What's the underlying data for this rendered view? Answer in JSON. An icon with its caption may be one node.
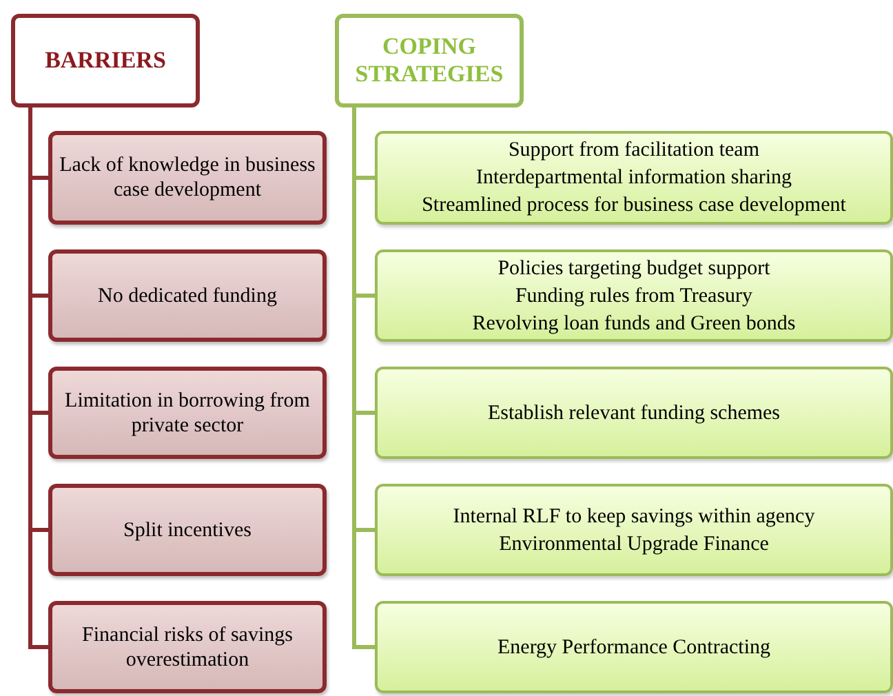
{
  "diagram": {
    "nodes": [
      {
        "text": [
          "BARRIERS"
        ]
      },
      {
        "text": [
          "Lack of knowledge in business case development"
        ]
      },
      {
        "text": [
          "No dedicated funding"
        ]
      },
      {
        "text": [
          "Limitation in borrowing from private sector"
        ]
      },
      {
        "text": [
          "Split incentives"
        ]
      },
      {
        "text": [
          "Financial risks of savings overestimation"
        ]
      },
      {
        "text": [
          "COPING STRATEGIES"
        ]
      },
      {
        "text": [
          "Support from facilitation team",
          "Interdepartmental information sharing",
          "Streamlined process for business case development"
        ]
      },
      {
        "text": [
          "Policies targeting budget support",
          "Funding rules from Treasury",
          "Revolving loan funds and Green bonds"
        ]
      },
      {
        "text": [
          "Establish relevant funding schemes"
        ]
      },
      {
        "text": [
          "Internal RLF to keep savings within agency",
          "Environmental Upgrade Finance"
        ]
      },
      {
        "text": [
          "Energy Performance Contracting"
        ]
      }
    ],
    "edges": [
      {
        "from": 0,
        "to": 1,
        "arrow": "none"
      },
      {
        "from": 0,
        "to": 2,
        "arrow": "none"
      },
      {
        "from": 0,
        "to": 3,
        "arrow": "none"
      },
      {
        "from": 0,
        "to": 4,
        "arrow": "none"
      },
      {
        "from": 0,
        "to": 5,
        "arrow": "none"
      },
      {
        "from": 6,
        "to": 7,
        "arrow": "none",
        "color": "#9bbb59"
      },
      {
        "from": 6,
        "to": 8,
        "arrow": "none",
        "color": "#9bbb59"
      },
      {
        "from": 6,
        "to": 9,
        "arrow": "none",
        "color": "#9bbb59"
      },
      {
        "from": 6,
        "to": 10,
        "arrow": "none",
        "color": "#9bbb59"
      },
      {
        "from": 6,
        "to": 11,
        "arrow": "none",
        "color": "#9bbb59"
      }
    ]
  }
}
